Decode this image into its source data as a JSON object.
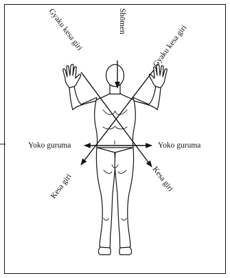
{
  "diagram": {
    "labels": {
      "top": "Shōmen",
      "upper_left": "Gyaku kesa giri",
      "upper_right": "Gyaku kesa giri",
      "middle_left": "Yoko guruma",
      "middle_right": "Yoko guruma",
      "lower_left": "Kesa giri",
      "lower_right": "Kesa giri"
    }
  }
}
